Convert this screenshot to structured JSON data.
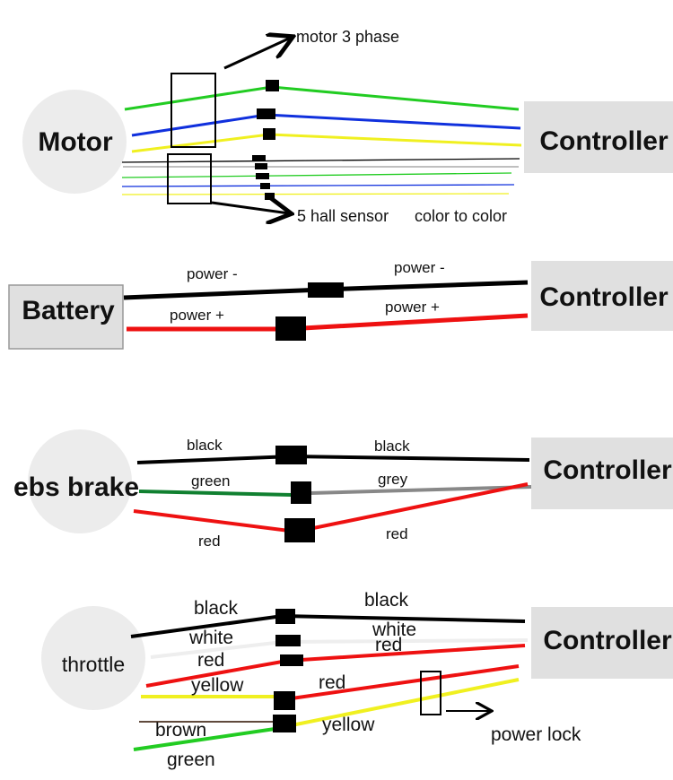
{
  "motor": {
    "title": "Motor",
    "controller": "Controller",
    "phase_label": "motor 3 phase",
    "hall_label": "5 hall sensor",
    "note": "color to color"
  },
  "battery": {
    "title": "Battery",
    "controller": "Controller",
    "neg_left": "power -",
    "neg_right": "power -",
    "pos_left": "power +",
    "pos_right": "power +"
  },
  "brake": {
    "title": "ebs brake",
    "controller": "Controller",
    "w1_left": "black",
    "w1_right": "black",
    "w2_left": "green",
    "w2_right": "grey",
    "w3_left": "red",
    "w3_right": "red"
  },
  "throttle": {
    "title": "throttle",
    "controller": "Controller",
    "left_black": "black",
    "left_white": "white",
    "left_red": "red",
    "left_yellow": "yellow",
    "left_brown": "brown",
    "left_green": "green",
    "right_black": "black",
    "right_white": "white",
    "right_red": "red",
    "right_red2": "red",
    "right_yellow": "yellow",
    "power_lock": "power lock"
  },
  "colors": {
    "black": "#000000",
    "green": "#22cc22",
    "blue": "#1030dd",
    "yellow": "#f0f020",
    "red": "#ee1111",
    "grey": "#888888",
    "dark_green": "#108030",
    "white_wire": "#eeeeee",
    "brown": "#4a3020",
    "panel": "#e0e0e0",
    "circle": "#ececec"
  }
}
